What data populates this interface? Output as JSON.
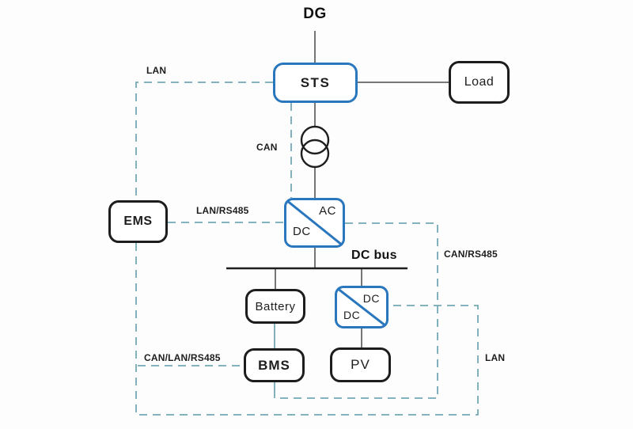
{
  "nodes": {
    "dg": {
      "label": "DG"
    },
    "sts": {
      "label": "STS"
    },
    "load": {
      "label": "Load"
    },
    "ems": {
      "label": "EMS"
    },
    "ac_dc_converter": {
      "top_label": "AC",
      "bottom_label": "DC"
    },
    "dc_bus": {
      "label": "DC bus"
    },
    "battery": {
      "label": "Battery"
    },
    "dc_dc_converter": {
      "top_label": "DC",
      "bottom_label": "DC"
    },
    "bms": {
      "label": "BMS"
    },
    "pv": {
      "label": "PV"
    }
  },
  "link_labels": {
    "lan_top": "LAN",
    "can": "CAN",
    "lan_rs485": "LAN/RS485",
    "can_rs485": "CAN/RS485",
    "can_lan_rs485": "CAN/LAN/RS485",
    "lan_bottom": "LAN"
  },
  "colors": {
    "converter_border_blue": "#2a77be",
    "device_border_black": "#1d1d1d",
    "comm_line_teal": "#74a7b6",
    "power_line_gray": "#666666",
    "bus_black": "#1f1f1f",
    "background": "#fdfdfd"
  }
}
